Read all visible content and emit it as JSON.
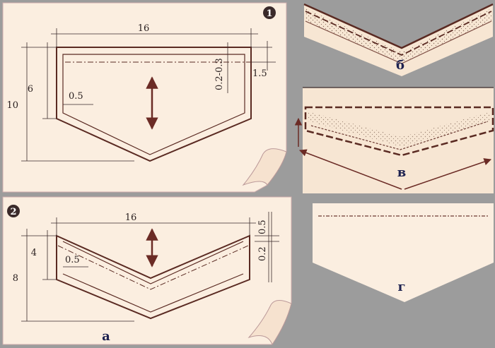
{
  "colors": {
    "background": "#9c9c9c",
    "paper": "#fbeee0",
    "outline": "#5a2a22",
    "arrow": "#6b2b25",
    "label": "#1e2250",
    "dims": "#2a2020"
  },
  "panel1": {
    "badge": "1",
    "dim_width": "16",
    "dim_height": "10",
    "dim_side": "6",
    "dim_inset": "0.5",
    "dim_fold": "0.2-0.3",
    "dim_hem": "1.5"
  },
  "panel2": {
    "badge": "2",
    "dim_width": "16",
    "dim_height": "8",
    "dim_side": "4",
    "dim_inset": "0.5",
    "dim_hem_top": "0.5",
    "dim_hem_bottom": "0.2",
    "caption": "а"
  },
  "detail_b": {
    "caption": "б"
  },
  "detail_v": {
    "caption": "в"
  },
  "detail_g": {
    "caption": "г"
  }
}
